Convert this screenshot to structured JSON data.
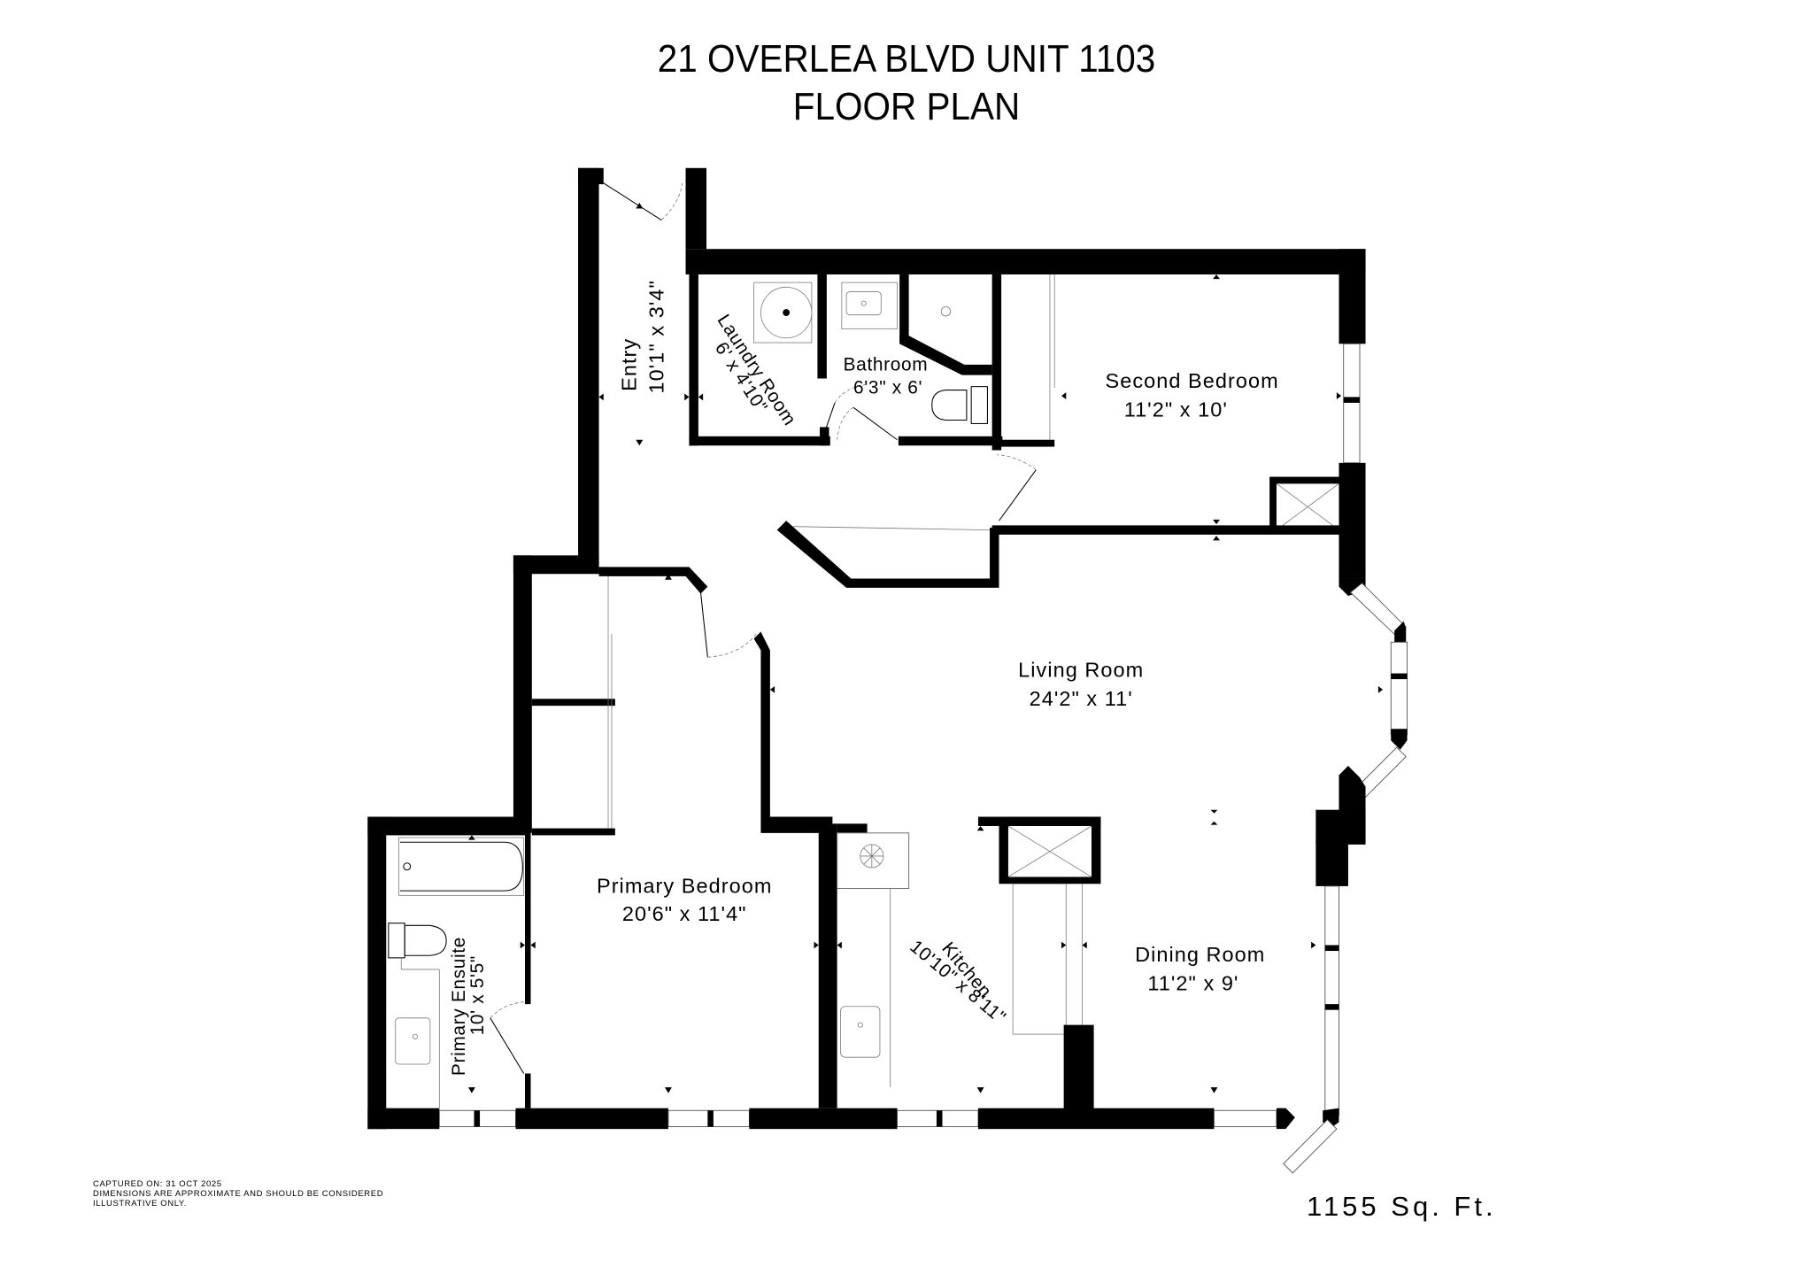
{
  "header": {
    "address": "21 OVERLEA BLVD UNIT 1103",
    "subtitle": "FLOOR PLAN"
  },
  "rooms": [
    {
      "name": "Entry",
      "dims": "10'1\" x 3'4\""
    },
    {
      "name": "Laundry Room",
      "dims": "6' x 4'10\""
    },
    {
      "name": "Bathroom",
      "dims": "6'3\" x 6'"
    },
    {
      "name": "Second Bedroom",
      "dims": "11'2\" x 10'"
    },
    {
      "name": "Living Room",
      "dims": "24'2\" x 11'"
    },
    {
      "name": "Primary Bedroom",
      "dims": "20'6\" x 11'4\""
    },
    {
      "name": "Primary Ensuite",
      "dims": "10' x 5'5\""
    },
    {
      "name": "Kitchen",
      "dims": "10'10\" x 8'11\""
    },
    {
      "name": "Dining Room",
      "dims": "11'2\" x 9'"
    }
  ],
  "footer": {
    "captured": "CAPTURED ON: 31 OCT 2025",
    "disclaimer_line1": "DIMENSIONS ARE APPROXIMATE AND SHOULD BE CONSIDERED",
    "disclaimer_line2": "ILLUSTRATIVE ONLY.",
    "area": "1155 Sq. Ft."
  },
  "icons": [
    "washer-icon",
    "sink-icon",
    "toilet-icon",
    "shower-drain-icon",
    "bathtub-icon",
    "stove-burner-icon",
    "kitchen-sink-icon",
    "shaft-icon",
    "door-swing-icon",
    "window-icon"
  ]
}
